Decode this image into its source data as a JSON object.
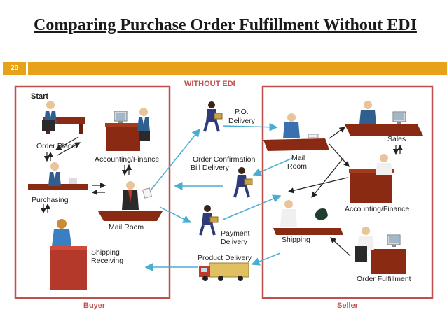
{
  "slide": {
    "title": "Comparing Purchase Order Fulfillment Without EDI",
    "slide_number": "20"
  },
  "diagram": {
    "heading": "WITHOUT EDI",
    "buyer_label": "Buyer",
    "seller_label": "Seller",
    "buyer_nodes": {
      "start": "Start",
      "order_placer": "Order Placer",
      "accounting_finance": "Accounting/Finance",
      "purchasing": "Purchasing",
      "mail_room": "Mail Room",
      "shipping_receiving_1": "Shipping",
      "shipping_receiving_2": "Receiving"
    },
    "middle_flows": {
      "po_delivery_1": "P.O.",
      "po_delivery_2": "Delivery",
      "order_confirmation": "Order Confirmation",
      "bill_delivery": "Bill Delivery",
      "payment_delivery_1": "Payment",
      "payment_delivery_2": "Delivery",
      "product_delivery": "Product Delivery"
    },
    "seller_nodes": {
      "sales": "Sales",
      "mail_room_1": "Mail",
      "mail_room_2": "Room",
      "accounting_finance": "Accounting/Finance",
      "shipping": "Shipping",
      "order_fulfillment": "Order Fulfillment"
    },
    "colors": {
      "accent_bar": "#e8a21a",
      "box_border": "#c0504d",
      "heading": "#c0504d",
      "flow_arrow": "#4aaed0",
      "desk": "#8b2a12"
    }
  }
}
